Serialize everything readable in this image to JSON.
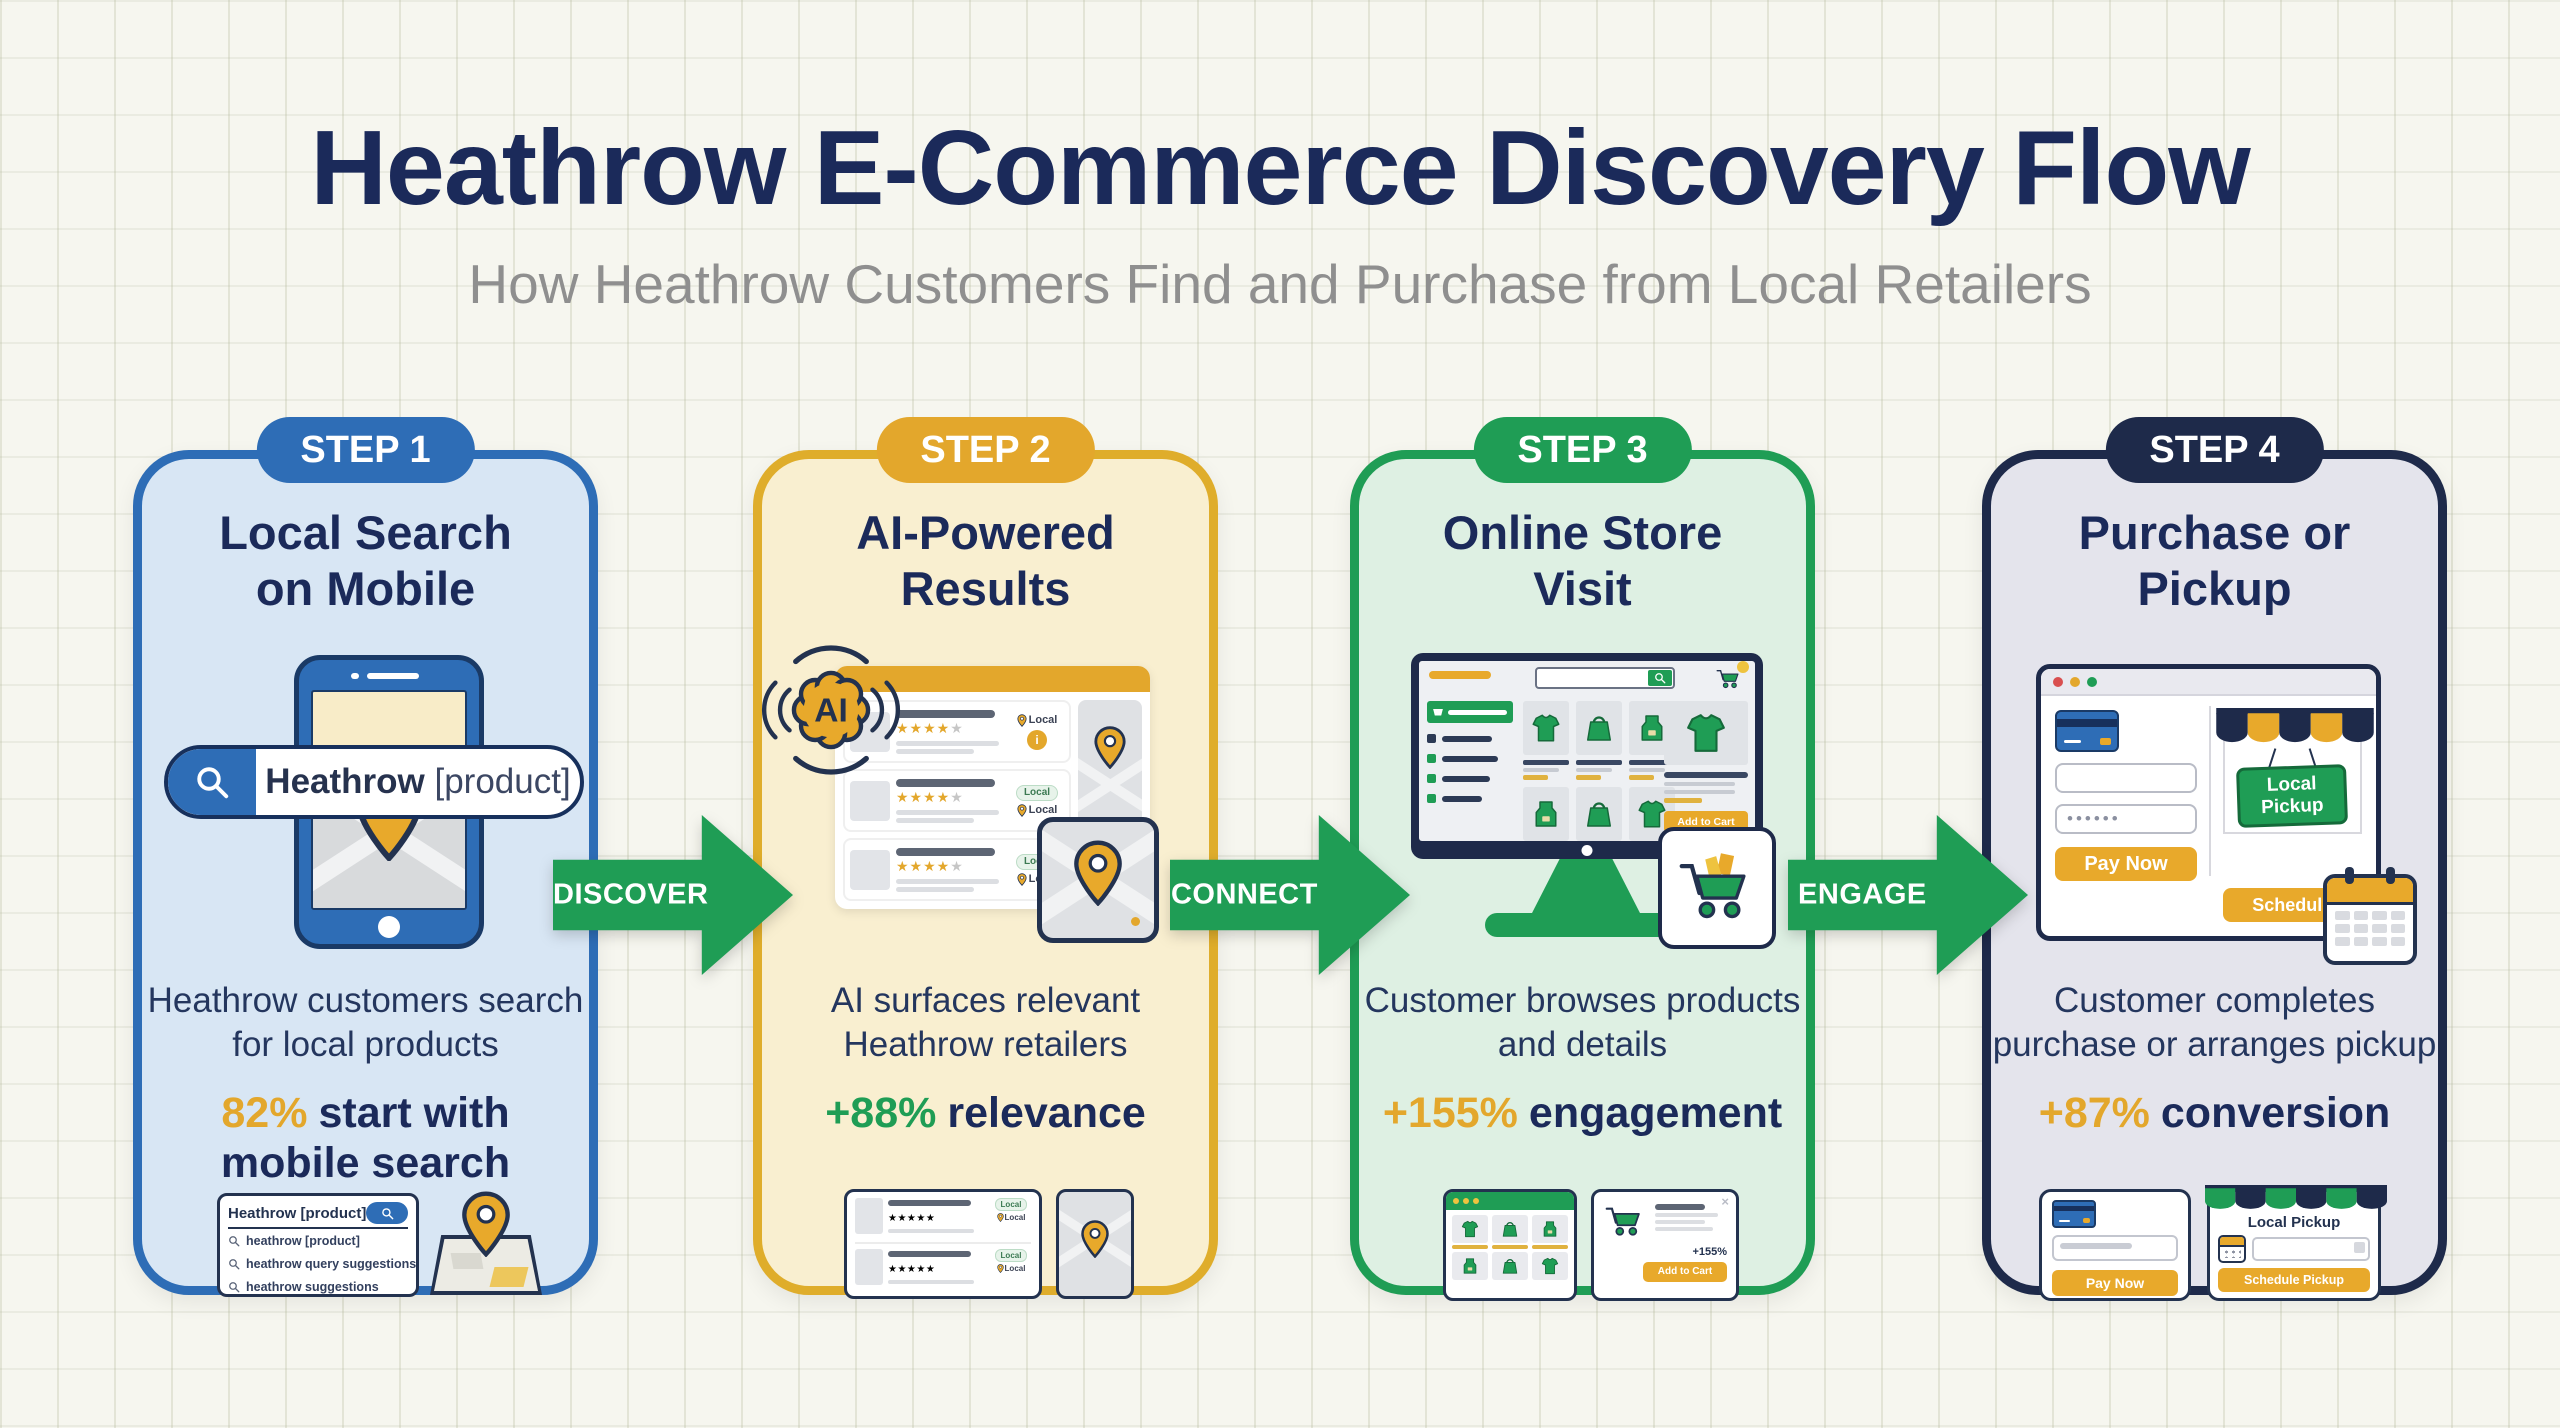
{
  "header": {
    "title": "Heathrow E-Commerce Discovery Flow",
    "subtitle": "How Heathrow Customers Find and Purchase from Local Retailers"
  },
  "arrows": [
    {
      "label": "DISCOVER"
    },
    {
      "label": "CONNECT"
    },
    {
      "label": "ENGAGE"
    }
  ],
  "colors": {
    "navy_text": "#1b2a5a",
    "blue": "#2e6db6",
    "gold": "#e3a72c",
    "green": "#1f9d55",
    "dark_navy": "#1e2a4a"
  },
  "steps": [
    {
      "badge": "STEP 1",
      "title": "Local Search on Mobile",
      "description": "Heathrow customers search for local products",
      "stat": {
        "value": "82%",
        "label": "start with mobile search"
      },
      "search": {
        "query_bold": "Heathrow",
        "query_rest": " [product]"
      },
      "autocomplete": {
        "input": "Heathrow [product]",
        "suggestions": [
          "heathrow [product]",
          "heathrow query suggestions",
          "heathrow suggestions"
        ]
      }
    },
    {
      "badge": "STEP 2",
      "title": "AI-Powered Results",
      "description": "AI surfaces relevant Heathrow retailers",
      "stat": {
        "value": "+88%",
        "label": "relevance"
      },
      "ai_label": "AI",
      "local_badge": "Local",
      "info_glyph": "i",
      "stars_full": "★★★★",
      "star_empty": "★"
    },
    {
      "badge": "STEP 3",
      "title": "Online Store Visit",
      "description": "Customer browses products and details",
      "stat": {
        "value": "+155%",
        "label": "engagement"
      },
      "add_to_cart": "Add to Cart",
      "mini_stat": "+155%"
    },
    {
      "badge": "STEP 4",
      "title": "Purchase or Pickup",
      "description": "Customer completes purchase or arranges pickup",
      "stat": {
        "value": "+87%",
        "label": "conversion"
      },
      "pay_now": "Pay Now",
      "schedule_pickup": "Schedule Pickup",
      "local_pickup": "Local Pickup",
      "password_mask": "••••••"
    }
  ]
}
